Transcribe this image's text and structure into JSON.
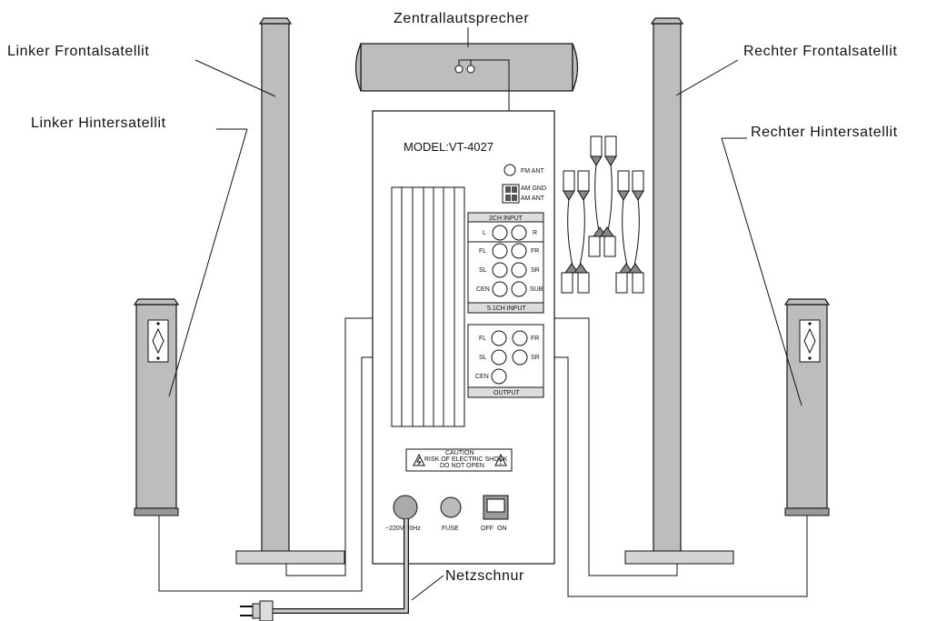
{
  "labels": {
    "center_speaker": "Zentrallautsprecher",
    "left_front": "Linker Frontalsatellit",
    "right_front": "Rechter Frontalsatellit",
    "left_rear": "Linker Hintersatellit",
    "right_rear": "Rechter Hintersatellit",
    "power_cord": "Netzschnur"
  },
  "panel": {
    "model": "MODEL:VT-4027",
    "fm_ant": "FM ANT",
    "am_gnd": "AM GND",
    "am_ant": "AM ANT",
    "input_2ch": "2CH INPUT",
    "input_51ch": "5.1CH INPUT",
    "output": "OUTPUT",
    "jack_l": "L",
    "jack_r": "R",
    "jack_fl": "FL",
    "jack_fr": "FR",
    "jack_sl": "SL",
    "jack_sr": "SR",
    "jack_cen": "CEN",
    "jack_sub": "SUB",
    "out_fl": "FL",
    "out_fr": "FR",
    "out_sl": "SL",
    "out_sr": "SR",
    "out_cen": "CEN",
    "caution_1": "CAUTION",
    "caution_2": "RISK OF ELECTRIC SHOCK",
    "caution_3": "DO NOT OPEN",
    "power_spec": "~220V/50Hz",
    "fuse": "FUSE",
    "switch_off": "OFF",
    "switch_on": "ON"
  }
}
